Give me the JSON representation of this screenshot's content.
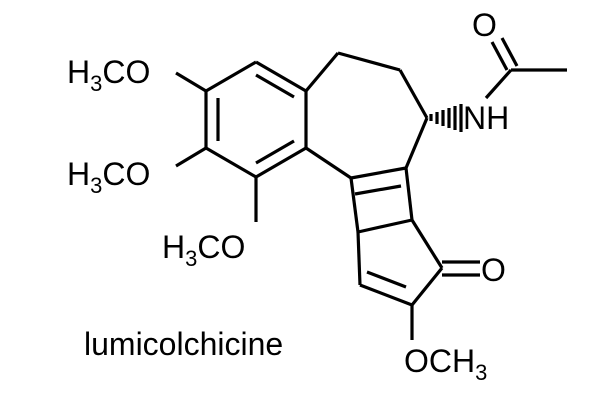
{
  "caption": "lumicolchicine",
  "labels": {
    "methoxy_top": {
      "main": "H",
      "sub": "3",
      "tail": "CO"
    },
    "methoxy_mid": {
      "main": "H",
      "sub": "3",
      "tail": "CO"
    },
    "methoxy_low": {
      "main": "H",
      "sub": "3",
      "tail": "CO"
    },
    "methoxy_right": {
      "main": "OCH",
      "sub": "3"
    },
    "amide_nh": "NH",
    "amide_o": "O",
    "ketone_o": "O"
  },
  "colors": {
    "ink": "#000000",
    "background": "#ffffff"
  }
}
